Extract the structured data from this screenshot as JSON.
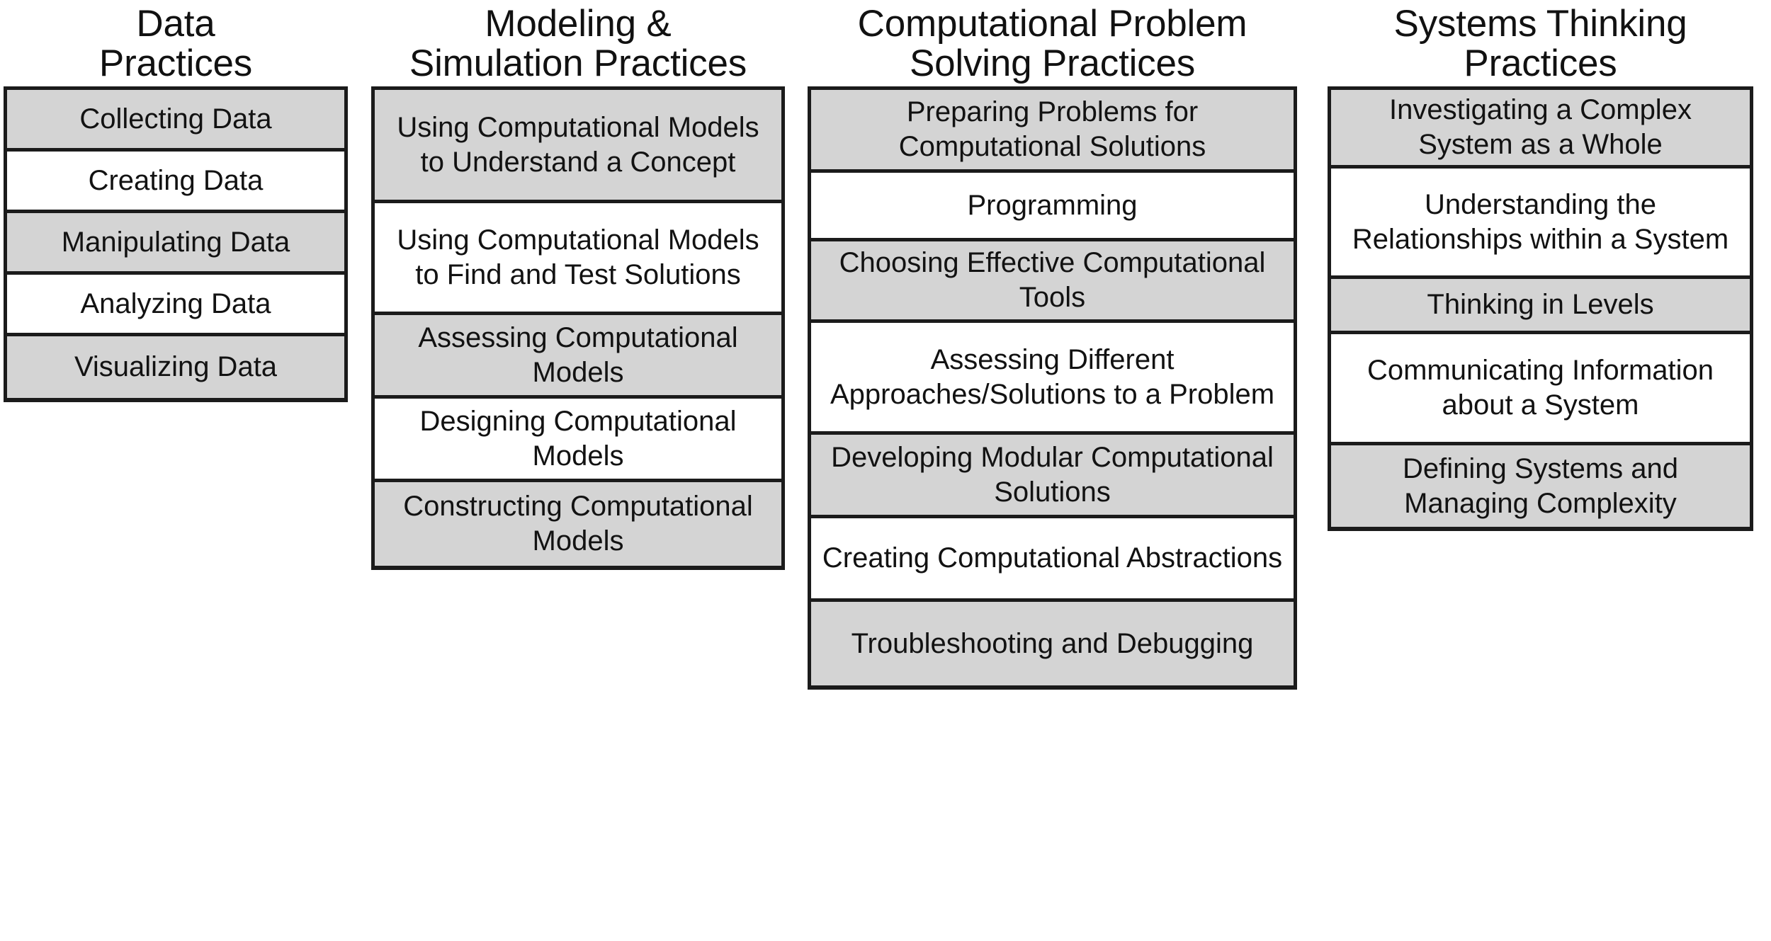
{
  "figure": {
    "kind": "computational-thinking-practices-taxonomy",
    "background_color": "#ffffff",
    "shaded_fill": "#d4d4d4",
    "plain_fill": "#ffffff",
    "border_color": "#1b1b1b"
  },
  "columns": [
    {
      "title": "Data\nPractices",
      "title_line_1": "Data",
      "title_line_2": "Practices",
      "items": [
        {
          "label": "Collecting Data",
          "shaded": true,
          "height": 87
        },
        {
          "label": "Creating Data",
          "shaded": false,
          "height": 87
        },
        {
          "label": "Manipulating Data",
          "shaded": true,
          "height": 87
        },
        {
          "label": "Analyzing Data",
          "shaded": false,
          "height": 87
        },
        {
          "label": "Visualizing Data",
          "shaded": true,
          "height": 87
        }
      ]
    },
    {
      "title": "Modeling &\nSimulation Practices",
      "title_line_1": "Modeling &",
      "title_line_2": "Simulation Practices",
      "items": [
        {
          "label": "Using Computational Models to Understand a Concept",
          "shaded": true,
          "height": 160
        },
        {
          "label": "Using Computational Models to Find and Test Solutions",
          "shaded": false,
          "height": 158
        },
        {
          "label": "Assessing Computational Models",
          "shaded": true,
          "height": 118
        },
        {
          "label": "Designing Computational Models",
          "shaded": false,
          "height": 118
        },
        {
          "label": "Constructing Computational Models",
          "shaded": true,
          "height": 118
        }
      ]
    },
    {
      "title": "Computational Problem\nSolving Practices",
      "title_line_1": "Computational Problem",
      "title_line_2": "Solving Practices",
      "items": [
        {
          "label": "Preparing Problems for Computational Solutions",
          "shaded": true,
          "height": 117
        },
        {
          "label": "Programming",
          "shaded": false,
          "height": 97
        },
        {
          "label": "Choosing Effective Computational Tools",
          "shaded": true,
          "height": 115
        },
        {
          "label": "Assessing Different Approaches/Solutions to a Problem",
          "shaded": false,
          "height": 158
        },
        {
          "label": "Developing Modular Computational Solutions",
          "shaded": true,
          "height": 118
        },
        {
          "label": "Creating Computational Abstractions",
          "shaded": false,
          "height": 118
        },
        {
          "label": "Troubleshooting and Debugging",
          "shaded": true,
          "height": 118
        }
      ]
    },
    {
      "title": "Systems Thinking\nPractices",
      "title_line_1": "Systems Thinking",
      "title_line_2": "Practices",
      "items": [
        {
          "label": "Investigating a Complex System as a Whole",
          "shaded": true,
          "height": 111
        },
        {
          "label": "Understanding the Relationships within a System",
          "shaded": false,
          "height": 156
        },
        {
          "label": "Thinking in Levels",
          "shaded": true,
          "height": 78
        },
        {
          "label": "Communicating Information about a System",
          "shaded": false,
          "height": 157
        },
        {
          "label": "Defining Systems and Managing Complexity",
          "shaded": true,
          "height": 115
        }
      ]
    }
  ]
}
